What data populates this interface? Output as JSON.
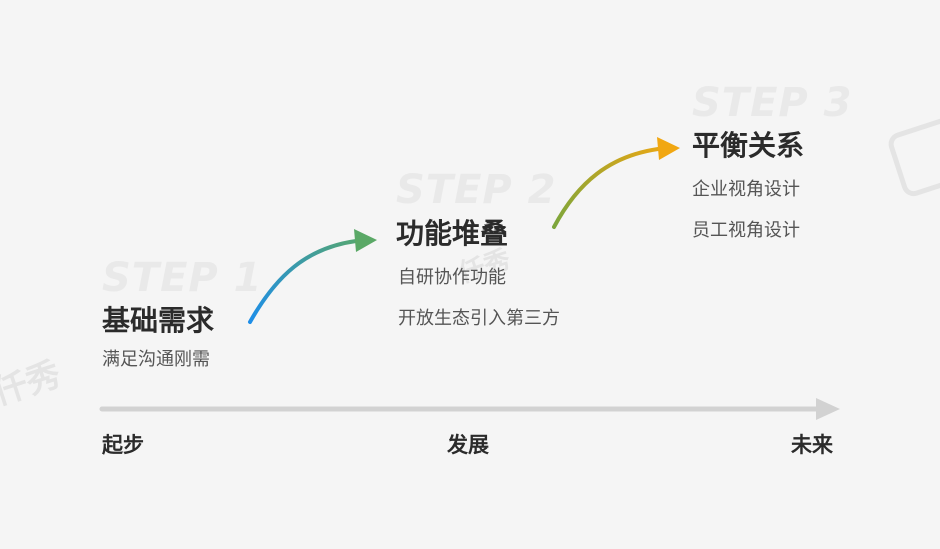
{
  "steps": [
    {
      "label": "STEP 1",
      "title": "基础需求",
      "desc": [
        "满足沟通刚需"
      ]
    },
    {
      "label": "STEP 2",
      "title": "功能堆叠",
      "desc": [
        "自研协作功能",
        "开放生态引入第三方"
      ]
    },
    {
      "label": "STEP 3",
      "title": "平衡关系",
      "desc": [
        "企业视角设计",
        "员工视角设计"
      ]
    }
  ],
  "axis": {
    "labels": [
      "起步",
      "发展",
      "未来"
    ]
  },
  "colors": {
    "background": "#f5f5f5",
    "axis_line": "#d2d2d2",
    "arrow1_start": "#1e8ee8",
    "arrow1_end": "#5aa866",
    "arrow2_start": "#7ba63c",
    "arrow2_end": "#f1a712",
    "title_text": "#2b2b2b",
    "desc_text": "#555555",
    "step_label": "#e9e9e9"
  },
  "watermark": {
    "text": "仟秀"
  }
}
